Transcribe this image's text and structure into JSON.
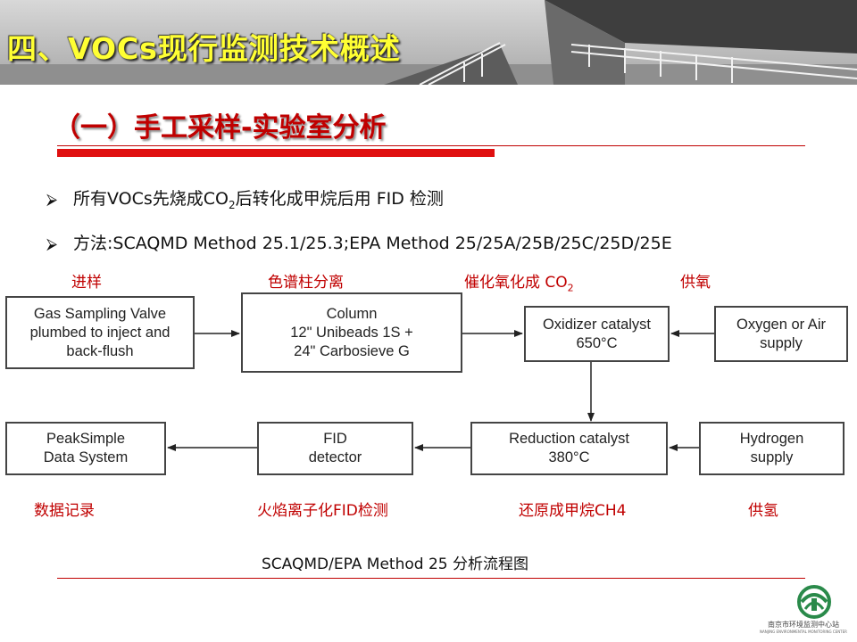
{
  "header": {
    "title": "四、VOCs现行监测技术概述"
  },
  "subtitle": "（一）手工采样-实验室分析",
  "bullets": [
    {
      "pre": "所有VOCs先烧成CO",
      "sub": "2",
      "post": "后转化成甲烷后用 FID 检测"
    },
    {
      "text": "方法:SCAQMD Method 25.1/25.3;EPA Method 25/25A/25B/25C/25D/25E"
    }
  ],
  "labels": {
    "sampling": "进样",
    "column": "色谱柱分离",
    "oxidize_pre": "催化氧化成 CO",
    "oxidize_sub": "2",
    "oxygen": "供氧",
    "record": "数据记录",
    "fid": "火焰离子化FID检测",
    "reduce": "还原成甲烷CH4",
    "hydrogen": "供氢"
  },
  "boxes": {
    "gsv": "Gas Sampling Valve\nplumbed to inject and\nback-flush",
    "column": "Column\n12\" Unibeads 1S +\n24\" Carbosieve G",
    "oxidizer": "Oxidizer catalyst\n650°C",
    "oxygen": "Oxygen or Air\nsupply",
    "peaksimple": "PeakSimple\nData System",
    "fid": "FID\ndetector",
    "reduction": "Reduction catalyst\n380°C",
    "hydrogen": "Hydrogen\nsupply"
  },
  "caption": "SCAQMD/EPA Method 25 分析流程图",
  "logo": {
    "name": "南京市环境监测中心站",
    "sub": "NANJING ENVIRONMENTAL MONITORING CENTER"
  },
  "colors": {
    "title_yellow": "#ffff33",
    "accent_red": "#c00000",
    "bar_red": "#e01010",
    "box_border": "#444444"
  }
}
